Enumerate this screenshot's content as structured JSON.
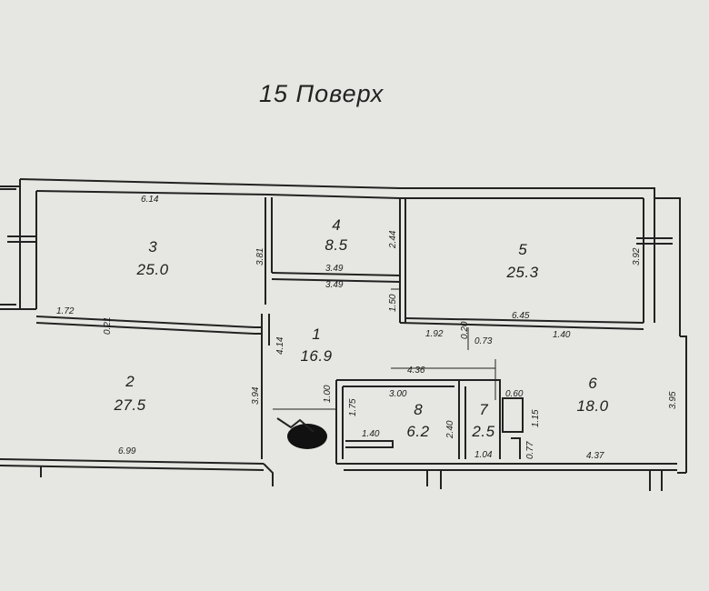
{
  "title": "15 Поверх",
  "rooms": [
    {
      "num": "1",
      "area": "16.9"
    },
    {
      "num": "2",
      "area": "27.5"
    },
    {
      "num": "3",
      "area": "25.0"
    },
    {
      "num": "4",
      "area": "8.5"
    },
    {
      "num": "5",
      "area": "25.3"
    },
    {
      "num": "6",
      "area": "18.0"
    },
    {
      "num": "7",
      "area": "2.5"
    },
    {
      "num": "8",
      "area": "6.2"
    }
  ],
  "dimensions": {
    "d614": "6.14",
    "d381": "3.81",
    "d172": "1.72",
    "d021": "0.21",
    "d244": "2.44",
    "d349a": "3.49",
    "d349b": "3.49",
    "d150": "1.50",
    "d392": "3.92",
    "d645": "6.45",
    "d192": "1.92",
    "d020": "0.20",
    "d073": "0.73",
    "d140a": "1.40",
    "d414": "4.14",
    "d394": "3.94",
    "d100": "1.00",
    "d436": "4.36",
    "d300": "3.00",
    "d175": "1.75",
    "d240": "2.40",
    "d140b": "1.40",
    "d060": "0.60",
    "d115": "1.15",
    "d395": "3.95",
    "d104": "1.04",
    "d077": "0.77",
    "d437": "4.37",
    "d699": "6.99"
  }
}
